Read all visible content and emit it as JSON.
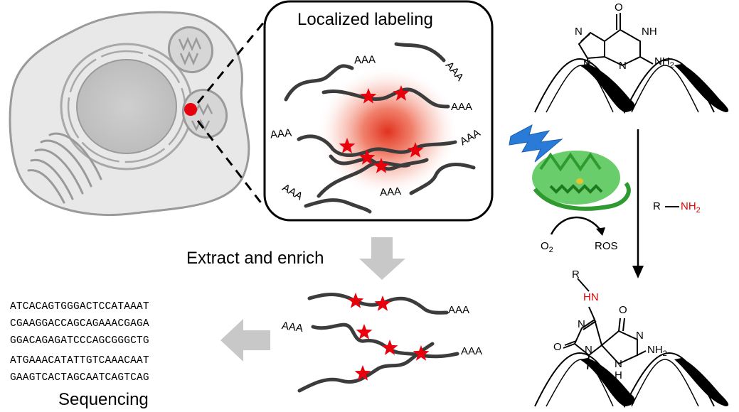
{
  "labels": {
    "localized_labeling": "Localized labeling",
    "extract_enrich": "Extract and enrich",
    "sequencing": "Sequencing"
  },
  "poly_a": "AAA",
  "sequences": [
    "ATCACAGTGGGACTCCATAAAT",
    "CGAAGGACCAGCAGAAACGAGA",
    "GGACAGAGATCCCAGCGGGCTG",
    "ATGAAACATATTGTCAAACAAT",
    "GAAGTCACTAGCAATCAGTCAG"
  ],
  "chemistry": {
    "guanine": {
      "o": "O",
      "n1": "N",
      "nh": "NH",
      "n3": "N",
      "nh2": "NH",
      "nh2_sub": "2"
    },
    "reagent": {
      "r": "R",
      "nh2": "NH",
      "nh2_sub": "2"
    },
    "o2": "O",
    "o2_sub": "2",
    "ros": "ROS",
    "product": {
      "r": "R",
      "hn": "HN",
      "o_top": "O",
      "o_left": "O",
      "n_a": "N",
      "n_b": "N",
      "n_c": "N",
      "nh": "N",
      "h": "H",
      "nh2": "NH",
      "nh2_sub": "2"
    }
  },
  "colors": {
    "strand": "#3c3c3c",
    "star": "#e8000d",
    "glow": "#e8452c",
    "cell": "#e6e6e6",
    "cell_stroke": "#9a9a9a",
    "arrow_gray": "#c8c8c8",
    "protein": "#3fbf3f",
    "bolt": "#2a7bd8",
    "amine": "#e60000"
  }
}
